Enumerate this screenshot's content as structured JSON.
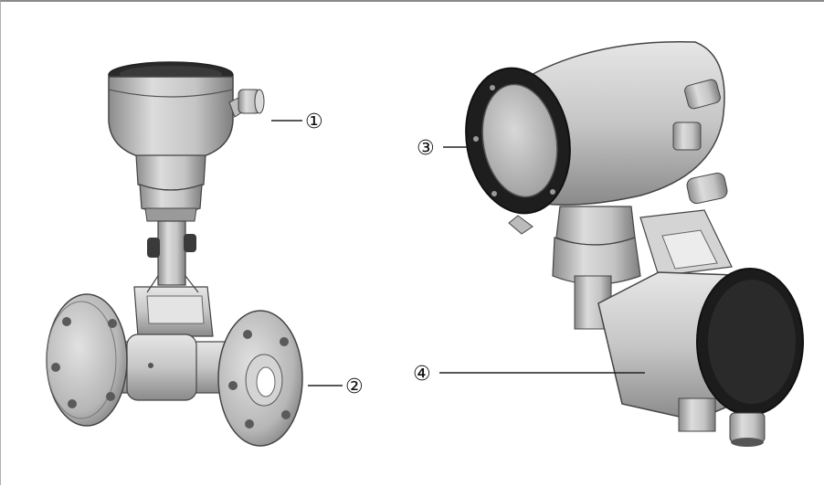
{
  "callouts": [
    {
      "id": "1",
      "label": "①"
    },
    {
      "id": "2",
      "label": "②"
    },
    {
      "id": "3",
      "label": "③"
    },
    {
      "id": "4",
      "label": "④"
    }
  ],
  "colors": {
    "metal_light": "#d9d9d9",
    "metal_mid": "#b5b5b5",
    "metal_dark": "#7a7a7a",
    "cover_black": "#1c1c1c",
    "outline": "#3a3a3a"
  }
}
